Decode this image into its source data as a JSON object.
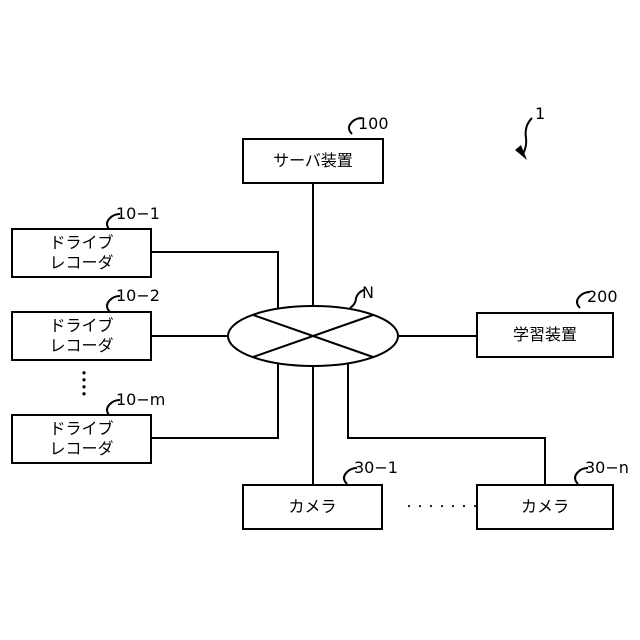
{
  "system": {
    "ref": "1"
  },
  "server": {
    "ref": "100",
    "label": "サーバ装置"
  },
  "learning": {
    "ref": "200",
    "label": "学習装置"
  },
  "network": {
    "ref": "N"
  },
  "recorders": [
    {
      "ref": "10−1",
      "line1": "ドライブ",
      "line2": "レコーダ"
    },
    {
      "ref": "10−2",
      "line1": "ドライブ",
      "line2": "レコーダ"
    },
    {
      "ref": "10−m",
      "line1": "ドライブ",
      "line2": "レコーダ"
    }
  ],
  "cameras": [
    {
      "ref": "30−1",
      "label": "カメラ"
    },
    {
      "ref": "30−n",
      "label": "カメラ"
    }
  ],
  "ellipsis": {
    "horizontal": "・・・・・・・",
    "vertical": [
      "・",
      "・",
      "・",
      "・"
    ]
  }
}
